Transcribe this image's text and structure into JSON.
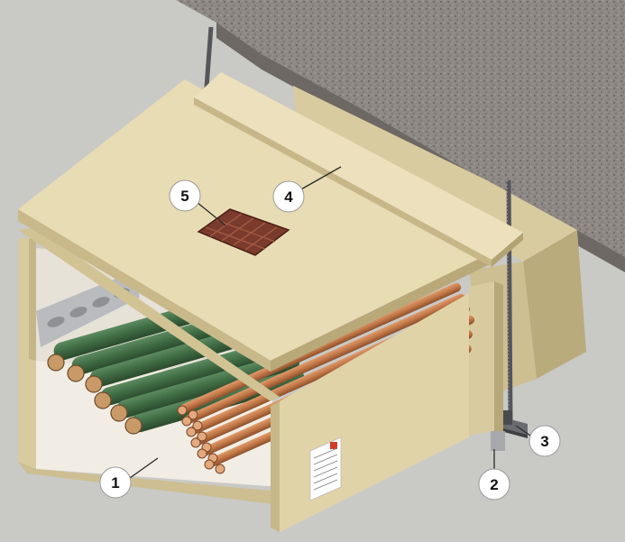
{
  "callouts": [
    {
      "id": "1",
      "label": "1"
    },
    {
      "id": "2",
      "label": "2"
    },
    {
      "id": "3",
      "label": "3"
    },
    {
      "id": "4",
      "label": "4"
    },
    {
      "id": "5",
      "label": "5"
    }
  ],
  "colors": {
    "background": "#c9c9c6",
    "concrete": "#8a8580",
    "board_light": "#e8dcb4",
    "board_shadow": "#c9b98a",
    "cable_green": "#3f6b43",
    "pipe_copper": "#c27747",
    "grille": "#7a3a2c",
    "rod": "#55565a",
    "callout_fill": "#ffffff"
  }
}
